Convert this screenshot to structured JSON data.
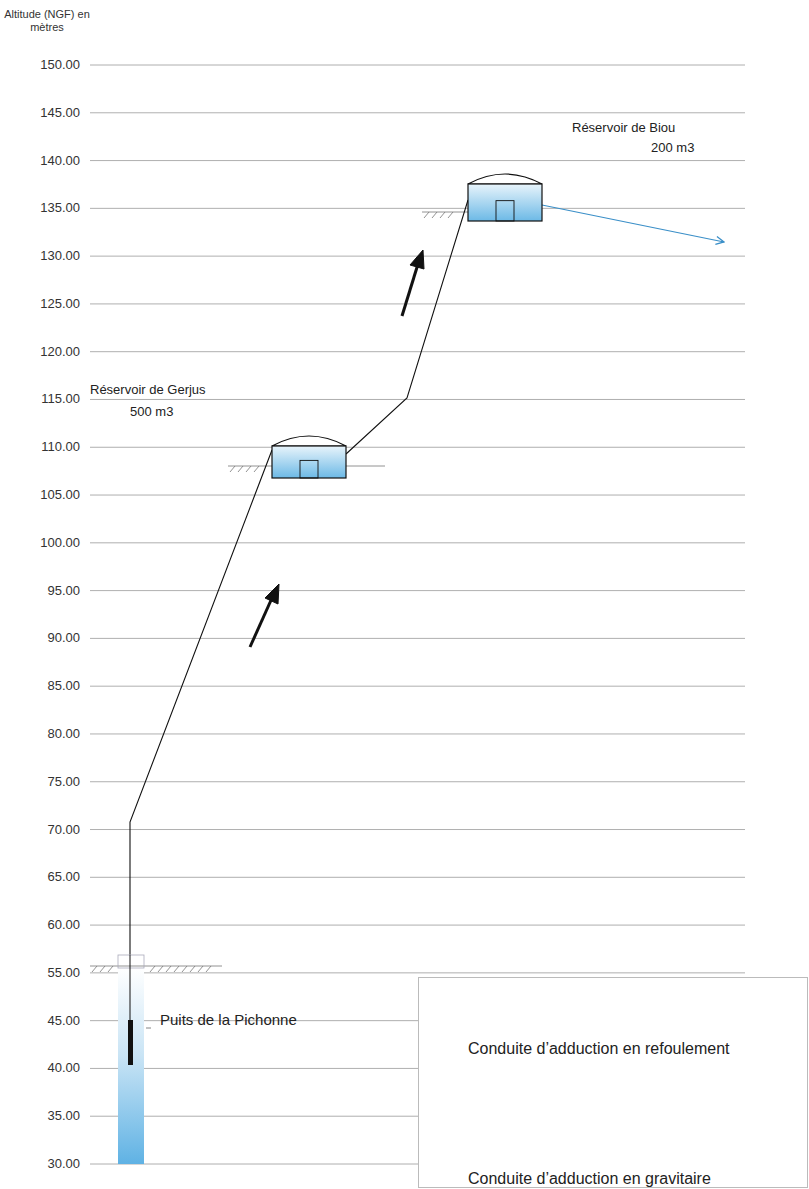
{
  "diagram": {
    "nodes": [
      {
        "text": [
          "Réservoir de Biou",
          "200 m3"
        ]
      },
      {
        "text": [
          "Réservoir de Gerjus",
          "500 m3"
        ]
      },
      {
        "text": [
          "Puits de la Pichonne"
        ]
      }
    ],
    "edges": [
      {
        "from": 2,
        "to": 1,
        "arrow": "none"
      },
      {
        "from": 1,
        "to": 0,
        "arrow": "none"
      }
    ],
    "labels": [
      "Altitude (NGF) en mètres",
      "150.00",
      "145.00",
      "140.00",
      "135.00",
      "130.00",
      "125.00",
      "120.00",
      "115.00",
      "110.00",
      "105.00",
      "100.00",
      "95.00",
      "90.00",
      "85.00",
      "80.00",
      "75.00",
      "70.00",
      "65.00",
      "60.00",
      "55.00",
      "45.00",
      "40.00",
      "35.00",
      "30.00"
    ],
    "legend": [
      {
        "text": "Conduite d’adduction en refoulement"
      },
      {
        "text": "Conduite d’adduction en gravitaire"
      }
    ]
  }
}
